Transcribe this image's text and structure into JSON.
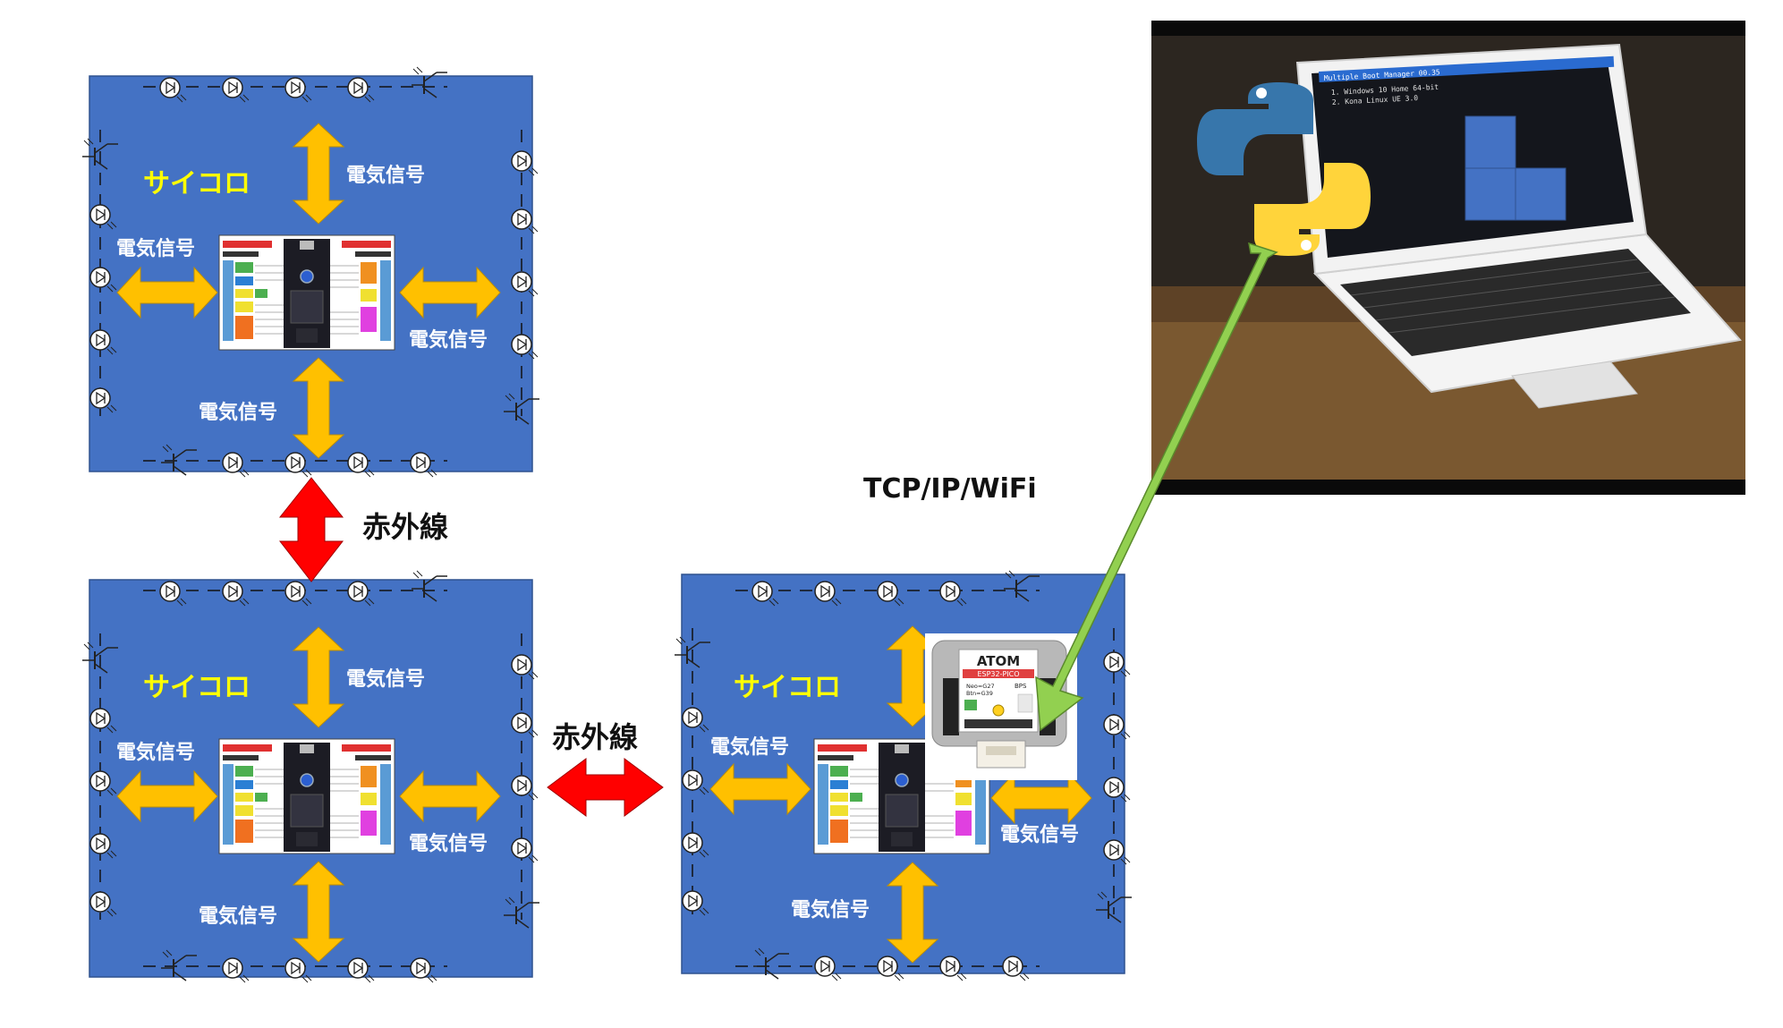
{
  "modules": [
    {
      "id": "module-top-left",
      "title": "サイコロ",
      "up_label": "電気信号",
      "left_label": "電気信号",
      "right_label": "電気信号",
      "down_label": "電気信号"
    },
    {
      "id": "module-bottom-left",
      "title": "サイコロ",
      "up_label": "電気信号",
      "left_label": "電気信号",
      "right_label": "電気信号",
      "down_label": "電気信号"
    },
    {
      "id": "module-bottom-right",
      "title": "サイコロ",
      "up_label": "",
      "left_label": "電気信号",
      "right_label": "電気信号",
      "down_label": "電気信号"
    }
  ],
  "links": {
    "infrared_vertical": "赤外線",
    "infrared_horizontal": "赤外線",
    "wifi": "TCP/IP/WiFi"
  },
  "atom_board": {
    "brand": "ATOM",
    "chip": "ESP32-PICO",
    "lines": [
      "Neo=G27",
      "Btn=G39",
      "BPS"
    ]
  },
  "laptop_screen": {
    "menu_title": "Multiple Boot Manager 00.35",
    "items": [
      "1. Windows 10 Home 64-bit",
      "2. Kona Linux UE 3.0"
    ]
  },
  "colors": {
    "panel": "#4472c4",
    "orange": "#ffc000",
    "red": "#ff0000",
    "green": "#92d050",
    "yellow_text": "#ffff00"
  }
}
